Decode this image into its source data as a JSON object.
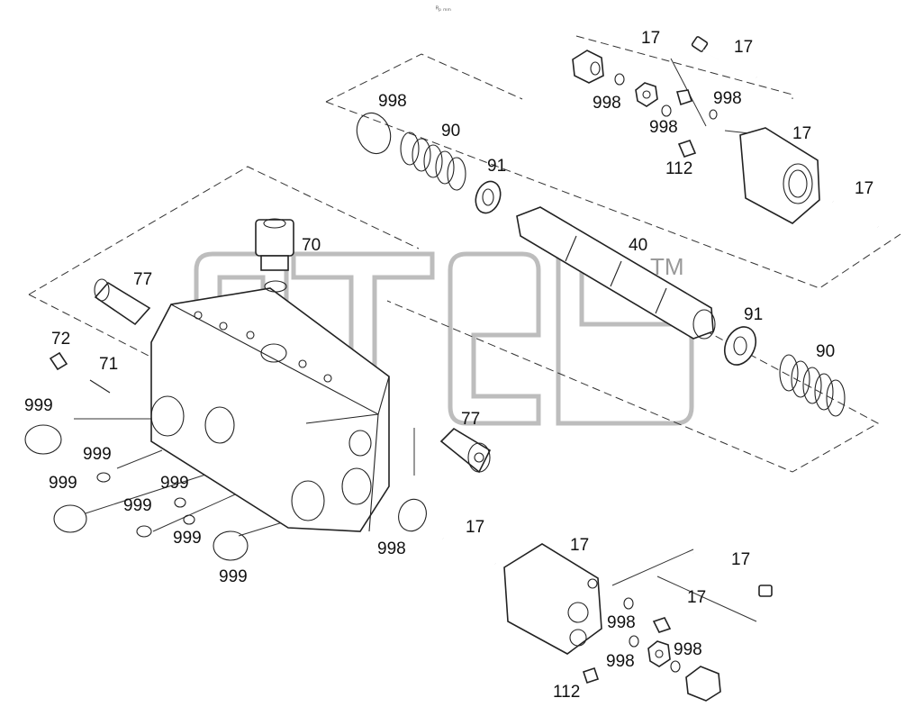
{
  "header": {
    "caption": "ᴿₚ ₘₘ"
  },
  "watermark": {
    "tm": "TM"
  },
  "labels": {
    "l17a": "17",
    "l17b": "17",
    "l998a": "998",
    "l998b": "998",
    "l998c": "998",
    "l998d": "998",
    "l90a": "90",
    "l17c": "17",
    "l91a": "91",
    "l112a": "112",
    "l17d": "17",
    "l70": "70",
    "l40": "40",
    "l77a": "77",
    "l91b": "91",
    "l72": "72",
    "l90b": "90",
    "l71": "71",
    "l999a": "999",
    "l999b": "999",
    "l77b": "77",
    "l999c": "999",
    "l999d": "999",
    "l999e": "999",
    "l999f": "999",
    "l999g": "999",
    "l17e": "17",
    "l998e": "998",
    "l17f": "17",
    "l17g": "17",
    "l17h": "17",
    "l998f": "998",
    "l998g": "998",
    "l998h": "998",
    "l112b": "112"
  }
}
